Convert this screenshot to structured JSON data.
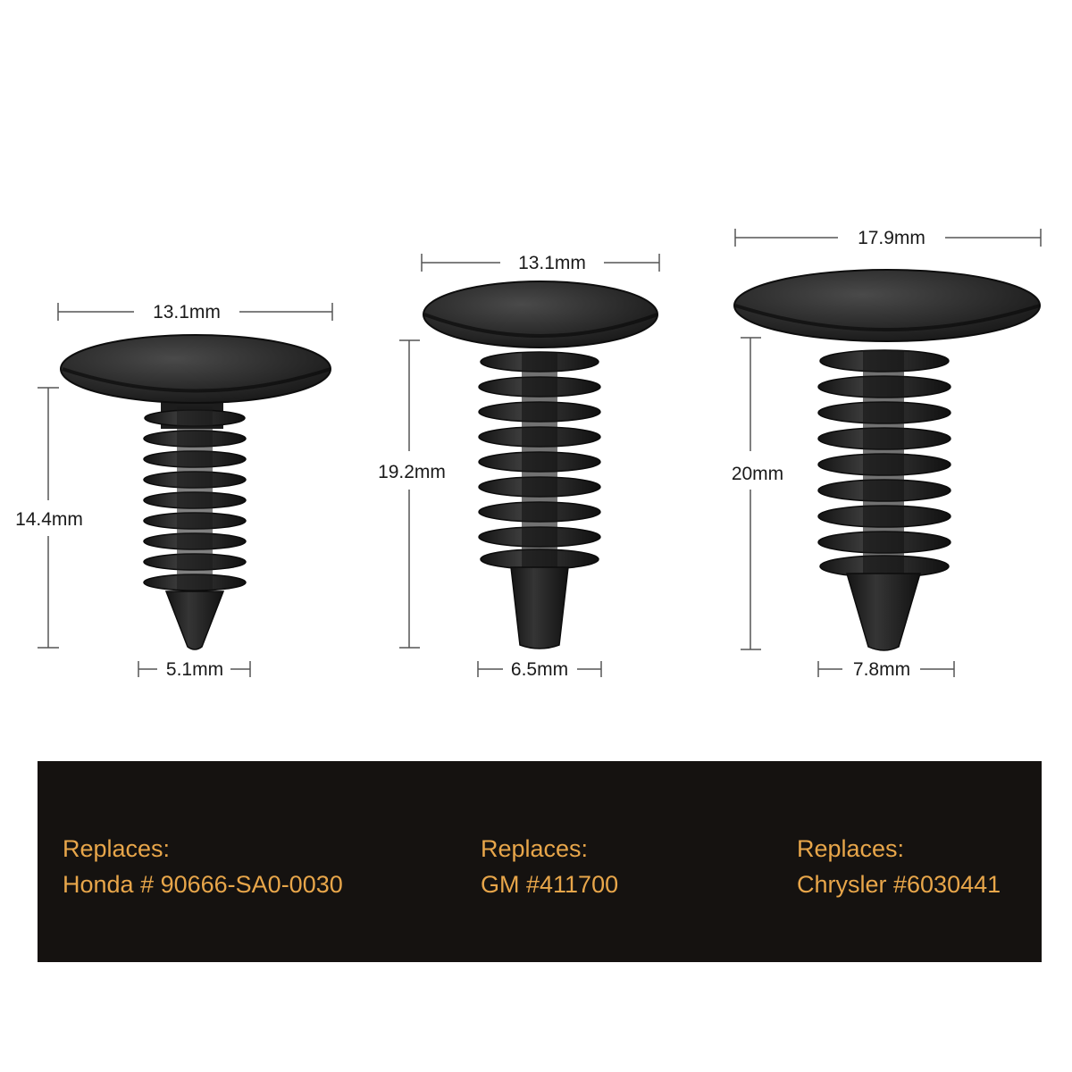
{
  "fasteners": [
    {
      "head_width": "13.1mm",
      "length": "14.4mm",
      "shank_diameter": "5.1mm",
      "replaces_label": "Replaces:",
      "part_number": "Honda # 90666-SA0-0030"
    },
    {
      "head_width": "13.1mm",
      "length": "19.2mm",
      "shank_diameter": "6.5mm",
      "replaces_label": "Replaces:",
      "part_number": "GM #411700"
    },
    {
      "head_width": "17.9mm",
      "length": "20mm",
      "shank_diameter": "7.8mm",
      "replaces_label": "Replaces:",
      "part_number": "Chrysler #6030441"
    }
  ],
  "colors": {
    "panel_background": "#151210",
    "panel_text": "#e8a64a",
    "fastener_body": "#1e1e1e",
    "dimension_line": "#555555"
  }
}
